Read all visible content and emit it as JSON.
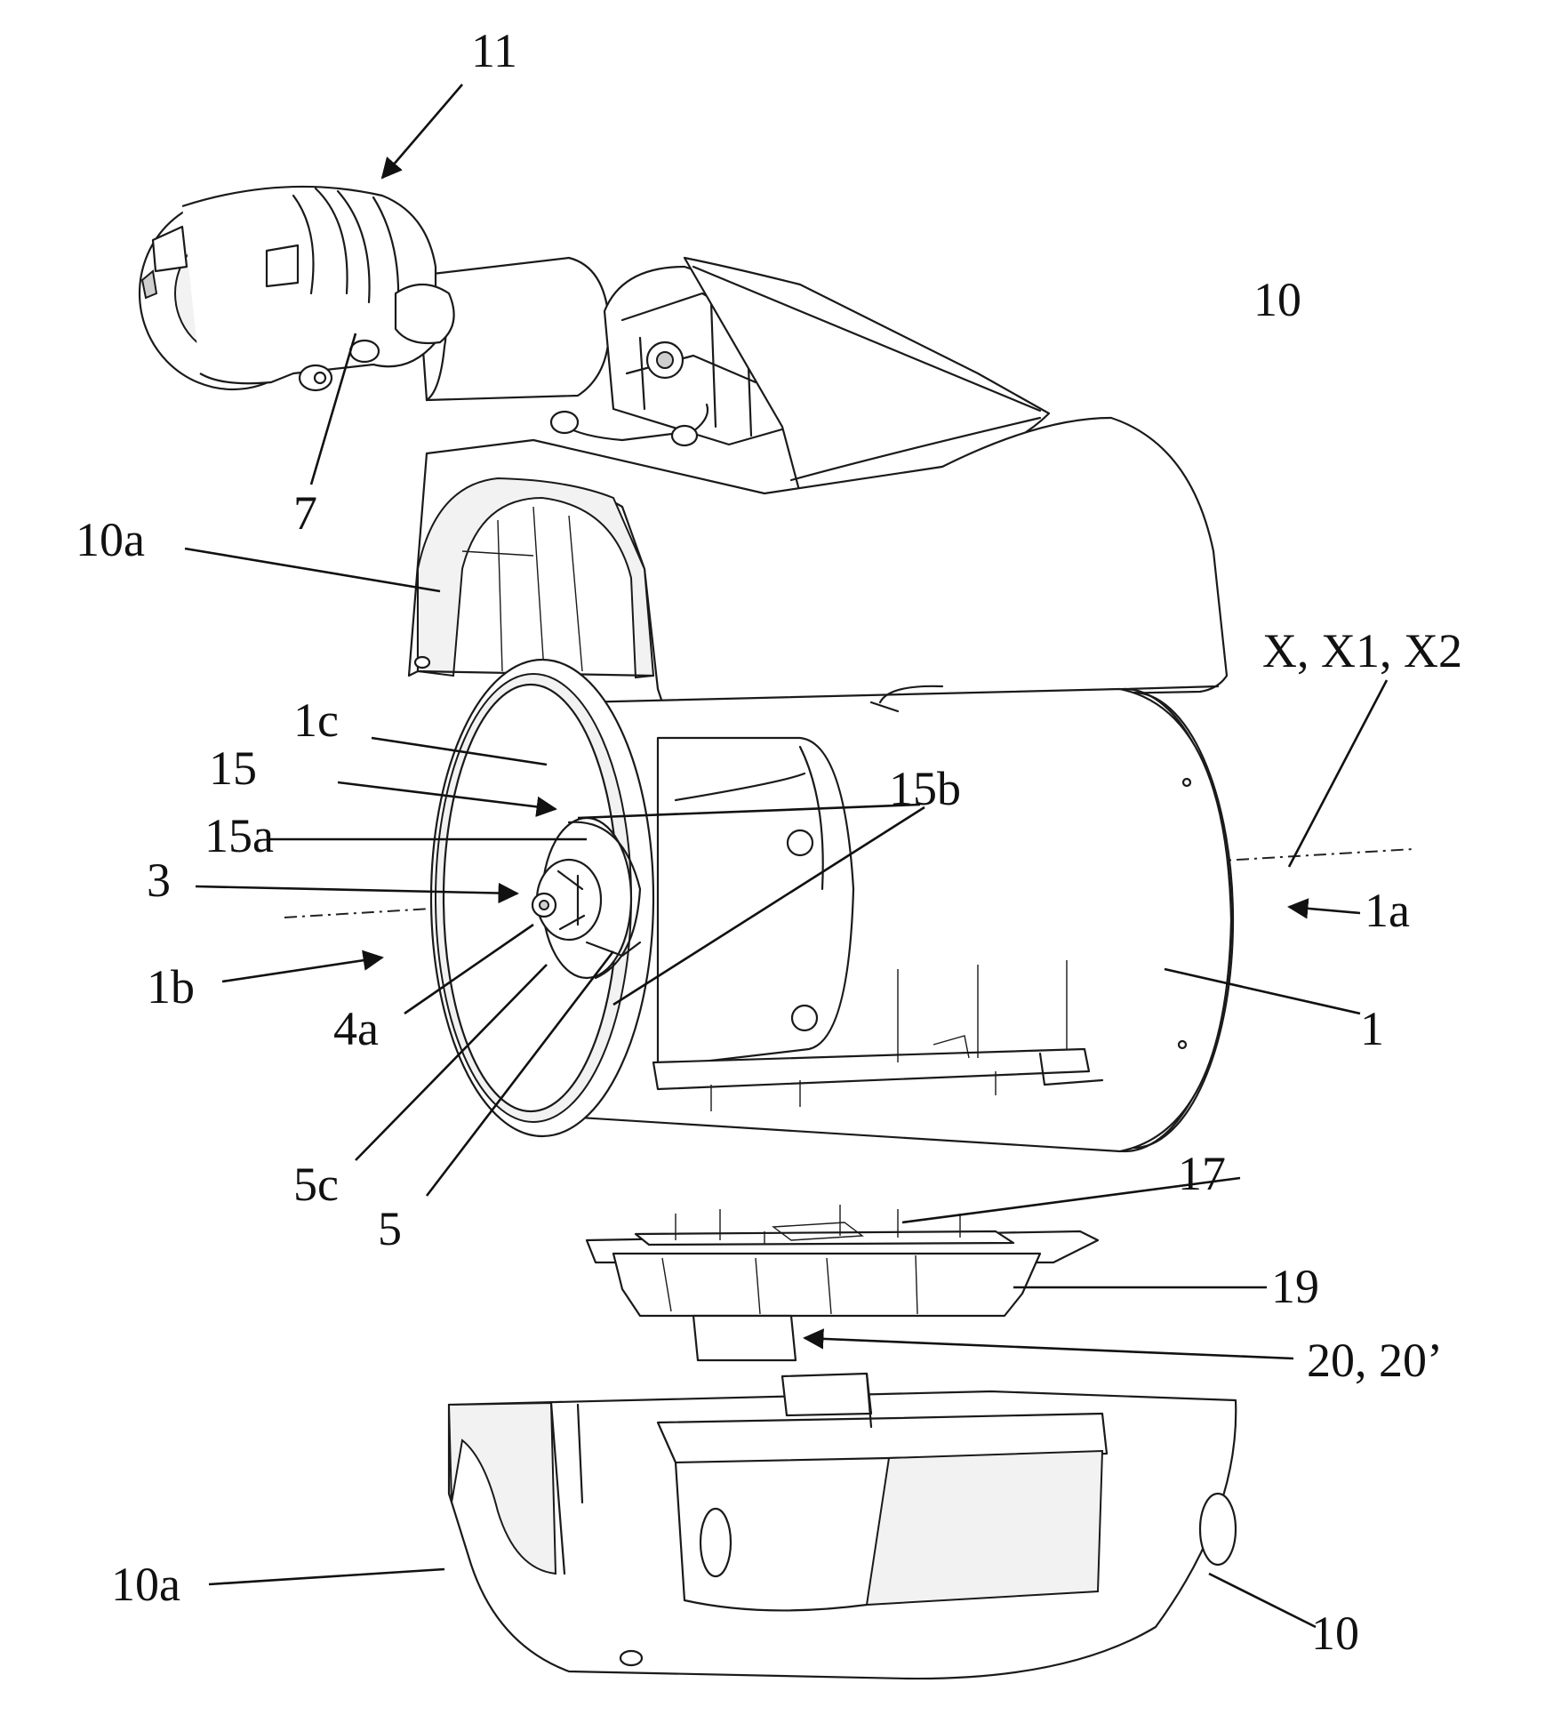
{
  "figure": {
    "labels": [
      {
        "id": "lbl-11",
        "text": "11"
      },
      {
        "id": "lbl-10-top",
        "text": "10"
      },
      {
        "id": "lbl-7",
        "text": "7"
      },
      {
        "id": "lbl-10a-top",
        "text": "10a"
      },
      {
        "id": "lbl-x-axes",
        "text": "X, X1, X2"
      },
      {
        "id": "lbl-1c",
        "text": "1c"
      },
      {
        "id": "lbl-15",
        "text": "15"
      },
      {
        "id": "lbl-15b",
        "text": "15b"
      },
      {
        "id": "lbl-15a",
        "text": "15a"
      },
      {
        "id": "lbl-3",
        "text": "3"
      },
      {
        "id": "lbl-1a",
        "text": "1a"
      },
      {
        "id": "lbl-1b",
        "text": "1b"
      },
      {
        "id": "lbl-4a",
        "text": "4a"
      },
      {
        "id": "lbl-1",
        "text": "1"
      },
      {
        "id": "lbl-5c",
        "text": "5c"
      },
      {
        "id": "lbl-5",
        "text": "5"
      },
      {
        "id": "lbl-17",
        "text": "17"
      },
      {
        "id": "lbl-19",
        "text": "19"
      },
      {
        "id": "lbl-20",
        "text": "20, 20’"
      },
      {
        "id": "lbl-10a-bottom",
        "text": "10a"
      },
      {
        "id": "lbl-10-bottom",
        "text": "10"
      }
    ]
  }
}
